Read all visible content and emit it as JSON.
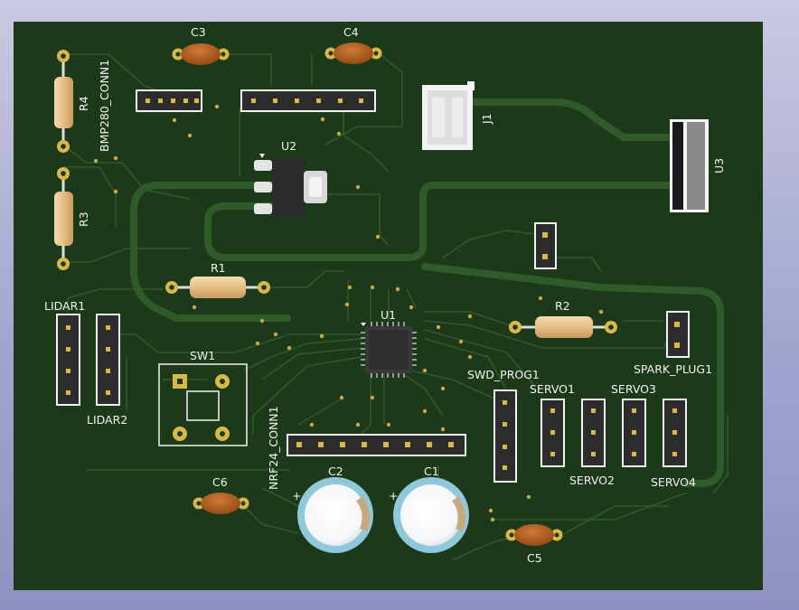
{
  "viewer": {
    "theme_colors": {
      "background_top": "#c9c9e0",
      "background_bottom": "#8e92c0",
      "board": "#1c3a1a",
      "trace": "#2f5a2a",
      "silkscreen": "#f2f2f2",
      "pad_gold": "#d9b84a",
      "capacitor_body": "#b5601e",
      "resistor_body": "#e9c48f"
    }
  },
  "board": {
    "components": {
      "c3": "C3",
      "c4": "C4",
      "r4": "R4",
      "bmp280": "BMP280_CONN1",
      "u2": "U2",
      "j1": "J1",
      "u3": "U3",
      "r3": "R3",
      "r1": "R1",
      "r2": "R2",
      "u1": "U1",
      "lidar1": "LIDAR1",
      "lidar2": "LIDAR2",
      "sw1": "SW1",
      "nrf24": "NRF24_CONN1",
      "swd": "SWD_PROG1",
      "servo1": "SERVO1",
      "servo2": "SERVO2",
      "servo3": "SERVO3",
      "servo4": "SERVO4",
      "spark": "SPARK_PLUG1",
      "c6": "C6",
      "c2": "C2",
      "c1": "C1",
      "c5": "C5"
    }
  }
}
